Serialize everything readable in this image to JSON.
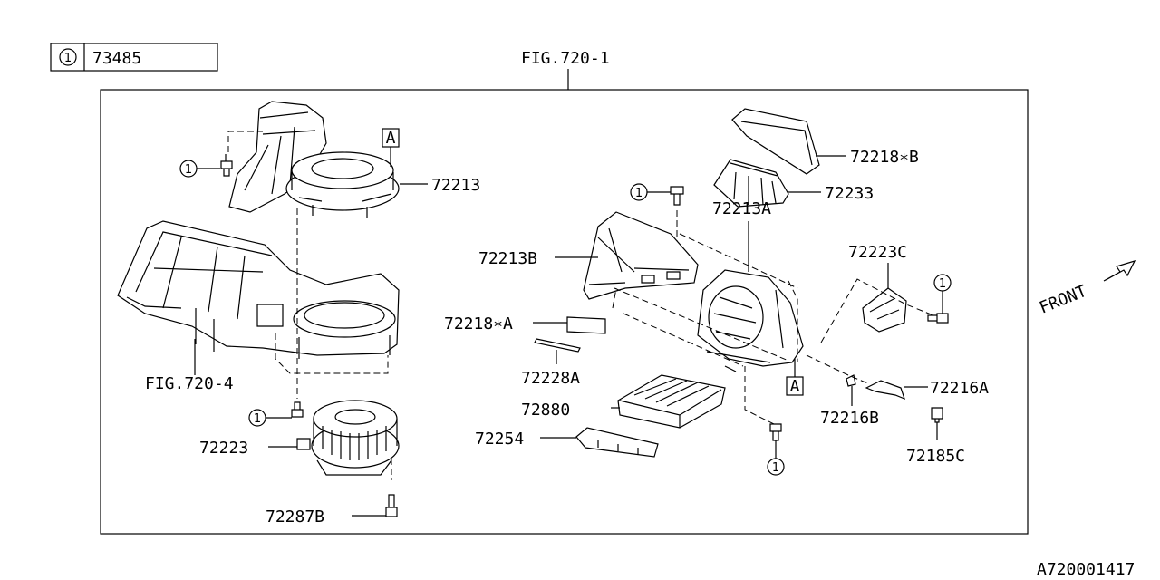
{
  "legend": {
    "circle_number": "1",
    "part_number": "73485"
  },
  "figure_title": "FIG.720-1",
  "reference_fig": "FIG.720-4",
  "callout_marker": "A",
  "front_label": "FRONT",
  "diagram_code": "A720001417",
  "parts": {
    "p72213": "72213",
    "p72223": "72223",
    "p72287B": "72287B",
    "p72213B": "72213B",
    "p72213A": "72213A",
    "p72218B": "72218∗B",
    "p72233": "72233",
    "p72223C": "72223C",
    "p72218A": "72218∗A",
    "p72228A": "72228A",
    "p72880": "72880",
    "p72254": "72254",
    "p72216A": "72216A",
    "p72216B": "72216B",
    "p72185C": "72185C"
  }
}
